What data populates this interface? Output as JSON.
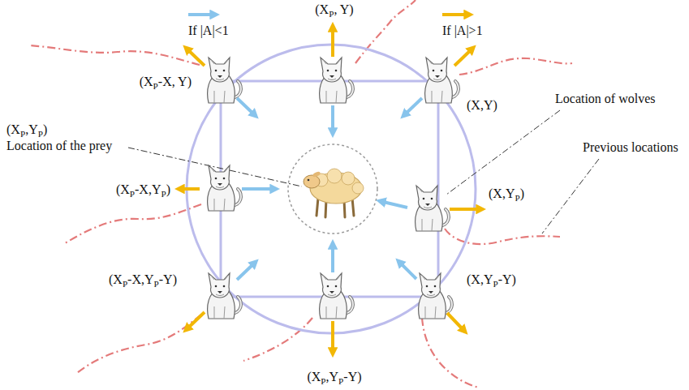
{
  "diagram": {
    "labels": [
      "(XP, Y)",
      "(XP-X, Y)",
      "(X,Y)",
      "(XP,YP)",
      "Location of the prey",
      "Location of wolves",
      "(XP-X,YP)",
      "(X,YP)",
      "Previous locations",
      "(XP-X,YP-Y)",
      "(X,YP-Y)",
      "(XP,YP-Y)"
    ],
    "legend": [
      {
        "text": "If |A|<1"
      },
      {
        "text": "If |A|>1"
      }
    ]
  }
}
